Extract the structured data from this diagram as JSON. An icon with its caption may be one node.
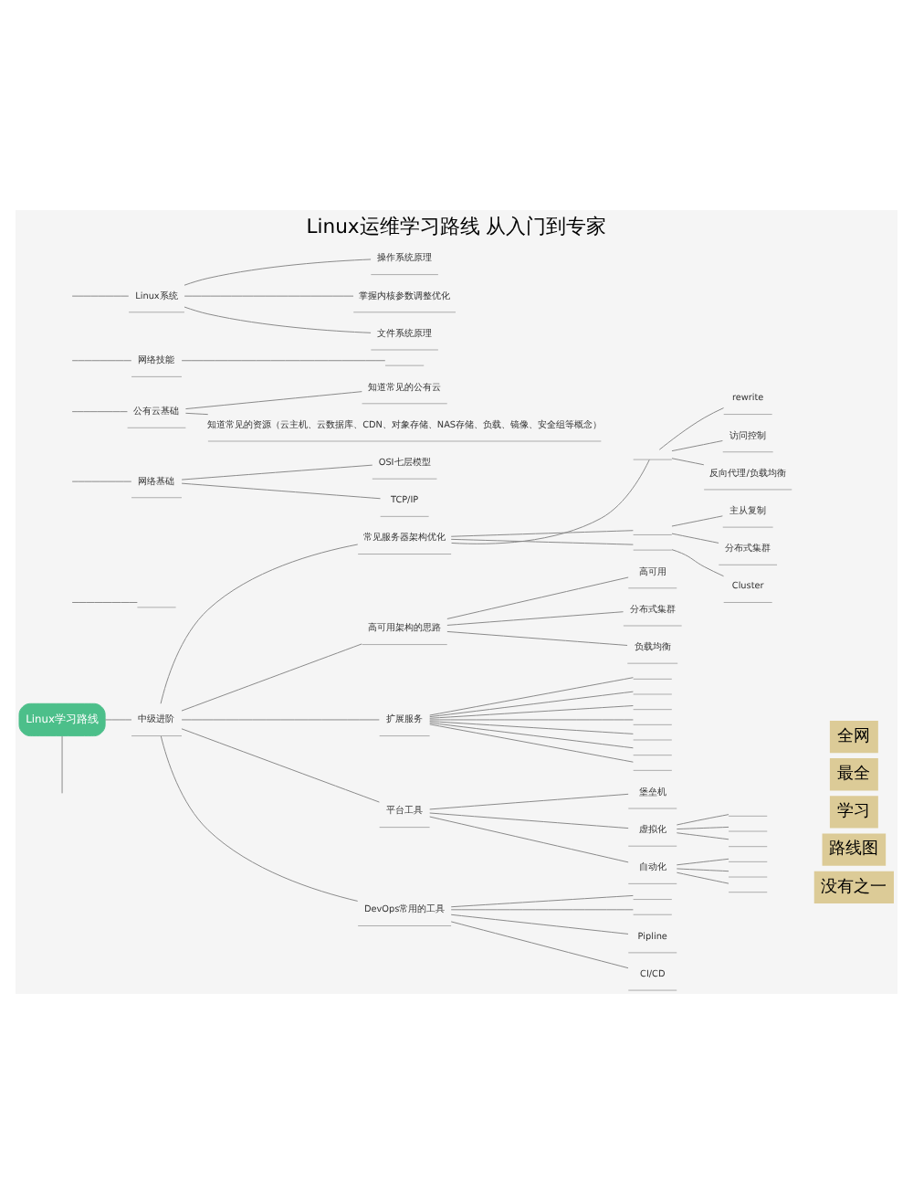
{
  "diagram": {
    "title": "Linux运维学习路线 从入门到专家",
    "nodes": [
      {
        "text": [
          "Linux学习路线"
        ]
      },
      {
        "text": [],
        "shape": "box"
      },
      {
        "text": [
          "网络基础"
        ]
      },
      {
        "text": [
          "OSI七层模型"
        ]
      },
      {
        "text": [
          "TCP/IP"
        ]
      },
      {
        "text": [
          "公有云基础"
        ]
      },
      {
        "text": [
          "知道常见的公有云"
        ]
      },
      {
        "text": [
          "知道常见的资源（云主机、云数据库、CDN、对象存储、NAS存储、负载、镜像、安全组等概念）"
        ]
      },
      {
        "text": [
          "网络技能"
        ]
      },
      {
        "text": [],
        "shape": "box"
      },
      {
        "text": [
          "Linux系统"
        ]
      },
      {
        "text": [
          "操作系统原理"
        ]
      },
      {
        "text": [
          "掌握内核参数调整优化"
        ]
      },
      {
        "text": [
          "文件系统原理"
        ]
      },
      {
        "text": [
          "常见服务器架构优化"
        ]
      },
      {
        "text": [],
        "shape": "box"
      },
      {
        "text": [
          "rewrite"
        ]
      },
      {
        "text": [
          "访问控制"
        ]
      },
      {
        "text": [
          "反向代理/负载均衡"
        ]
      },
      {
        "text": [],
        "shape": "box"
      },
      {
        "text": [
          "主从复制"
        ]
      },
      {
        "text": [
          "分布式集群"
        ]
      },
      {
        "text": [],
        "shape": "box"
      },
      {
        "text": [
          "Cluster"
        ]
      },
      {
        "text": [
          "高可用架构的思路"
        ]
      },
      {
        "text": [
          "高可用"
        ]
      },
      {
        "text": [
          "分布式集群"
        ]
      },
      {
        "text": [
          "负载均衡"
        ]
      },
      {
        "text": [
          "中级进阶"
        ]
      },
      {
        "text": [
          "扩展服务"
        ]
      },
      {
        "text": [],
        "shape": "box"
      },
      {
        "text": [],
        "shape": "box"
      },
      {
        "text": [],
        "shape": "box"
      },
      {
        "text": [],
        "shape": "box"
      },
      {
        "text": [],
        "shape": "box"
      },
      {
        "text": [],
        "shape": "box"
      },
      {
        "text": [],
        "shape": "box"
      },
      {
        "text": [
          "平台工具"
        ]
      },
      {
        "text": [
          "堡垒机"
        ]
      },
      {
        "text": [
          "虚拟化"
        ]
      },
      {
        "text": [],
        "shape": "box"
      },
      {
        "text": [],
        "shape": "box"
      },
      {
        "text": [],
        "shape": "box"
      },
      {
        "text": [
          "自动化"
        ]
      },
      {
        "text": [],
        "shape": "box"
      },
      {
        "text": [],
        "shape": "box"
      },
      {
        "text": [],
        "shape": "box"
      },
      {
        "text": [
          "DevOps常用的工具"
        ]
      },
      {
        "text": [],
        "shape": "box"
      },
      {
        "text": [],
        "shape": "box"
      },
      {
        "text": [
          "Pipline"
        ]
      },
      {
        "text": [
          "CI/CD"
        ]
      }
    ],
    "edges": [
      {
        "from": 0,
        "to": null,
        "arrow": "none"
      },
      {
        "from": null,
        "to": 1,
        "arrow": "none"
      },
      {
        "from": null,
        "to": 2,
        "arrow": "none"
      },
      {
        "from": 2,
        "to": 3,
        "arrow": "none"
      },
      {
        "from": 2,
        "to": 4,
        "arrow": "none"
      },
      {
        "from": null,
        "to": 5,
        "arrow": "none"
      },
      {
        "from": 5,
        "to": 6,
        "arrow": "none"
      },
      {
        "from": 5,
        "to": 7,
        "arrow": "none"
      },
      {
        "from": null,
        "to": 8,
        "arrow": "none"
      },
      {
        "from": 8,
        "to": 9,
        "arrow": "none"
      },
      {
        "from": null,
        "to": 10,
        "arrow": "none"
      },
      {
        "from": 10,
        "to": 11,
        "arrow": "none"
      },
      {
        "from": 10,
        "to": 12,
        "arrow": "none"
      },
      {
        "from": 10,
        "to": 13,
        "arrow": "none"
      },
      {
        "from": 0,
        "to": 28,
        "arrow": "none"
      },
      {
        "from": 28,
        "to": 14,
        "arrow": "none"
      },
      {
        "from": 14,
        "to": 15,
        "arrow": "none"
      },
      {
        "from": 15,
        "to": 16,
        "arrow": "none"
      },
      {
        "from": 15,
        "to": 17,
        "arrow": "none"
      },
      {
        "from": 15,
        "to": 18,
        "arrow": "none"
      },
      {
        "from": 14,
        "to": 19,
        "arrow": "none"
      },
      {
        "from": 19,
        "to": 20,
        "arrow": "none"
      },
      {
        "from": 19,
        "to": 21,
        "arrow": "none"
      },
      {
        "from": 14,
        "to": 22,
        "arrow": "none"
      },
      {
        "from": 22,
        "to": 23,
        "arrow": "none"
      },
      {
        "from": 28,
        "to": 24,
        "arrow": "none"
      },
      {
        "from": 24,
        "to": 25,
        "arrow": "none"
      },
      {
        "from": 24,
        "to": 26,
        "arrow": "none"
      },
      {
        "from": 24,
        "to": 27,
        "arrow": "none"
      },
      {
        "from": 28,
        "to": 29,
        "arrow": "none"
      },
      {
        "from": 29,
        "to": 30,
        "arrow": "none"
      },
      {
        "from": 29,
        "to": 31,
        "arrow": "none"
      },
      {
        "from": 29,
        "to": 32,
        "arrow": "none"
      },
      {
        "from": 29,
        "to": 33,
        "arrow": "none"
      },
      {
        "from": 29,
        "to": 34,
        "arrow": "none"
      },
      {
        "from": 29,
        "to": 35,
        "arrow": "none"
      },
      {
        "from": 29,
        "to": 36,
        "arrow": "none"
      },
      {
        "from": 28,
        "to": 37,
        "arrow": "none"
      },
      {
        "from": 37,
        "to": 38,
        "arrow": "none"
      },
      {
        "from": 37,
        "to": 39,
        "arrow": "none"
      },
      {
        "from": 39,
        "to": 40,
        "arrow": "none"
      },
      {
        "from": 39,
        "to": 41,
        "arrow": "none"
      },
      {
        "from": 39,
        "to": 42,
        "arrow": "none"
      },
      {
        "from": 37,
        "to": 43,
        "arrow": "none"
      },
      {
        "from": 43,
        "to": 44,
        "arrow": "none"
      },
      {
        "from": 43,
        "to": 45,
        "arrow": "none"
      },
      {
        "from": 43,
        "to": 46,
        "arrow": "none"
      },
      {
        "from": 28,
        "to": 47,
        "arrow": "none"
      },
      {
        "from": 47,
        "to": 48,
        "arrow": "none"
      },
      {
        "from": 47,
        "to": 49,
        "arrow": "none"
      },
      {
        "from": 47,
        "to": 50,
        "arrow": "none"
      },
      {
        "from": 47,
        "to": 51,
        "arrow": "none"
      }
    ],
    "labels": [
      "全网",
      "最全",
      "学习",
      "路线图",
      "没有之一"
    ]
  }
}
